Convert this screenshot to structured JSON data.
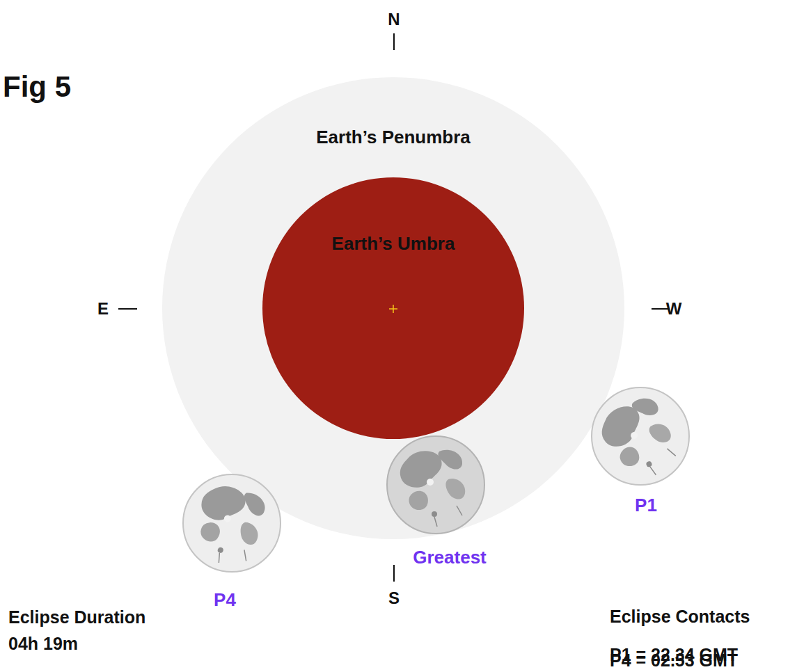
{
  "diagram": {
    "title": "Fig 5",
    "nodes": [
      {
        "text": [
          "Earth’s Penumbra"
        ]
      },
      {
        "text": [
          "Earth’s Umbra"
        ],
        "in": 0
      }
    ],
    "labels": [
      "N",
      "S",
      "E",
      "W",
      "P1",
      "Greatest",
      "P4",
      "Eclipse Duration",
      "04h 19m",
      "Eclipse Contacts",
      "P1 = 22.34 GMT",
      "P4 = 02.53 GMT"
    ]
  }
}
